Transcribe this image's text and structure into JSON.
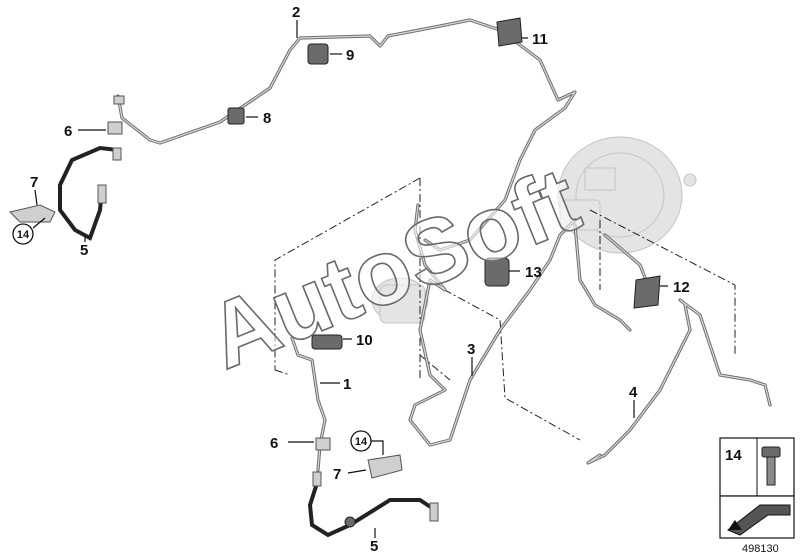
{
  "diagram": {
    "watermark": "AutoSoft",
    "reference_number": "498130",
    "callouts": [
      {
        "id": "c1",
        "label": "1"
      },
      {
        "id": "c2",
        "label": "2"
      },
      {
        "id": "c3",
        "label": "3"
      },
      {
        "id": "c4",
        "label": "4"
      },
      {
        "id": "c5a",
        "label": "5"
      },
      {
        "id": "c5b",
        "label": "5"
      },
      {
        "id": "c6a",
        "label": "6"
      },
      {
        "id": "c6b",
        "label": "6"
      },
      {
        "id": "c7a",
        "label": "7"
      },
      {
        "id": "c7b",
        "label": "7"
      },
      {
        "id": "c8",
        "label": "8"
      },
      {
        "id": "c9",
        "label": "9"
      },
      {
        "id": "c10",
        "label": "10"
      },
      {
        "id": "c11",
        "label": "11"
      },
      {
        "id": "c12",
        "label": "12"
      },
      {
        "id": "c13",
        "label": "13"
      }
    ],
    "circled_callouts": [
      {
        "id": "c14a",
        "label": "14"
      },
      {
        "id": "c14b",
        "label": "14"
      }
    ],
    "inset": {
      "label": "14"
    },
    "colors": {
      "pipe": "#6f6f6f",
      "line": "#111111",
      "ghost": "#e4e4e4",
      "part": "#6b6b6b"
    }
  }
}
